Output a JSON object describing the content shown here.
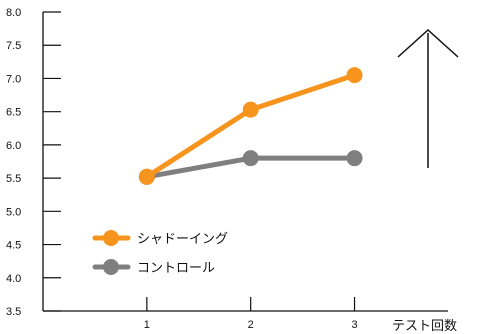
{
  "chart_data": {
    "type": "line",
    "x": [
      1,
      2,
      3
    ],
    "xlabel": "テスト回数",
    "ylabel": "",
    "ylim": [
      3.5,
      8.0
    ],
    "yticks": [
      "3.5",
      "4.0",
      "4.5",
      "5.0",
      "5.5",
      "6.0",
      "6.5",
      "7.0",
      "7.5",
      "8.0"
    ],
    "xticks": [
      "1",
      "2",
      "3"
    ],
    "grid": false,
    "legend_position": "bottom-left",
    "series": [
      {
        "name": "シャドーイング",
        "values": [
          5.52,
          6.53,
          7.05
        ],
        "color": "#f7941d"
      },
      {
        "name": "コントロール",
        "values": [
          5.52,
          5.8,
          5.8
        ],
        "color": "#7f7f80"
      }
    ],
    "annotation_icon": "up-arrow-icon"
  }
}
